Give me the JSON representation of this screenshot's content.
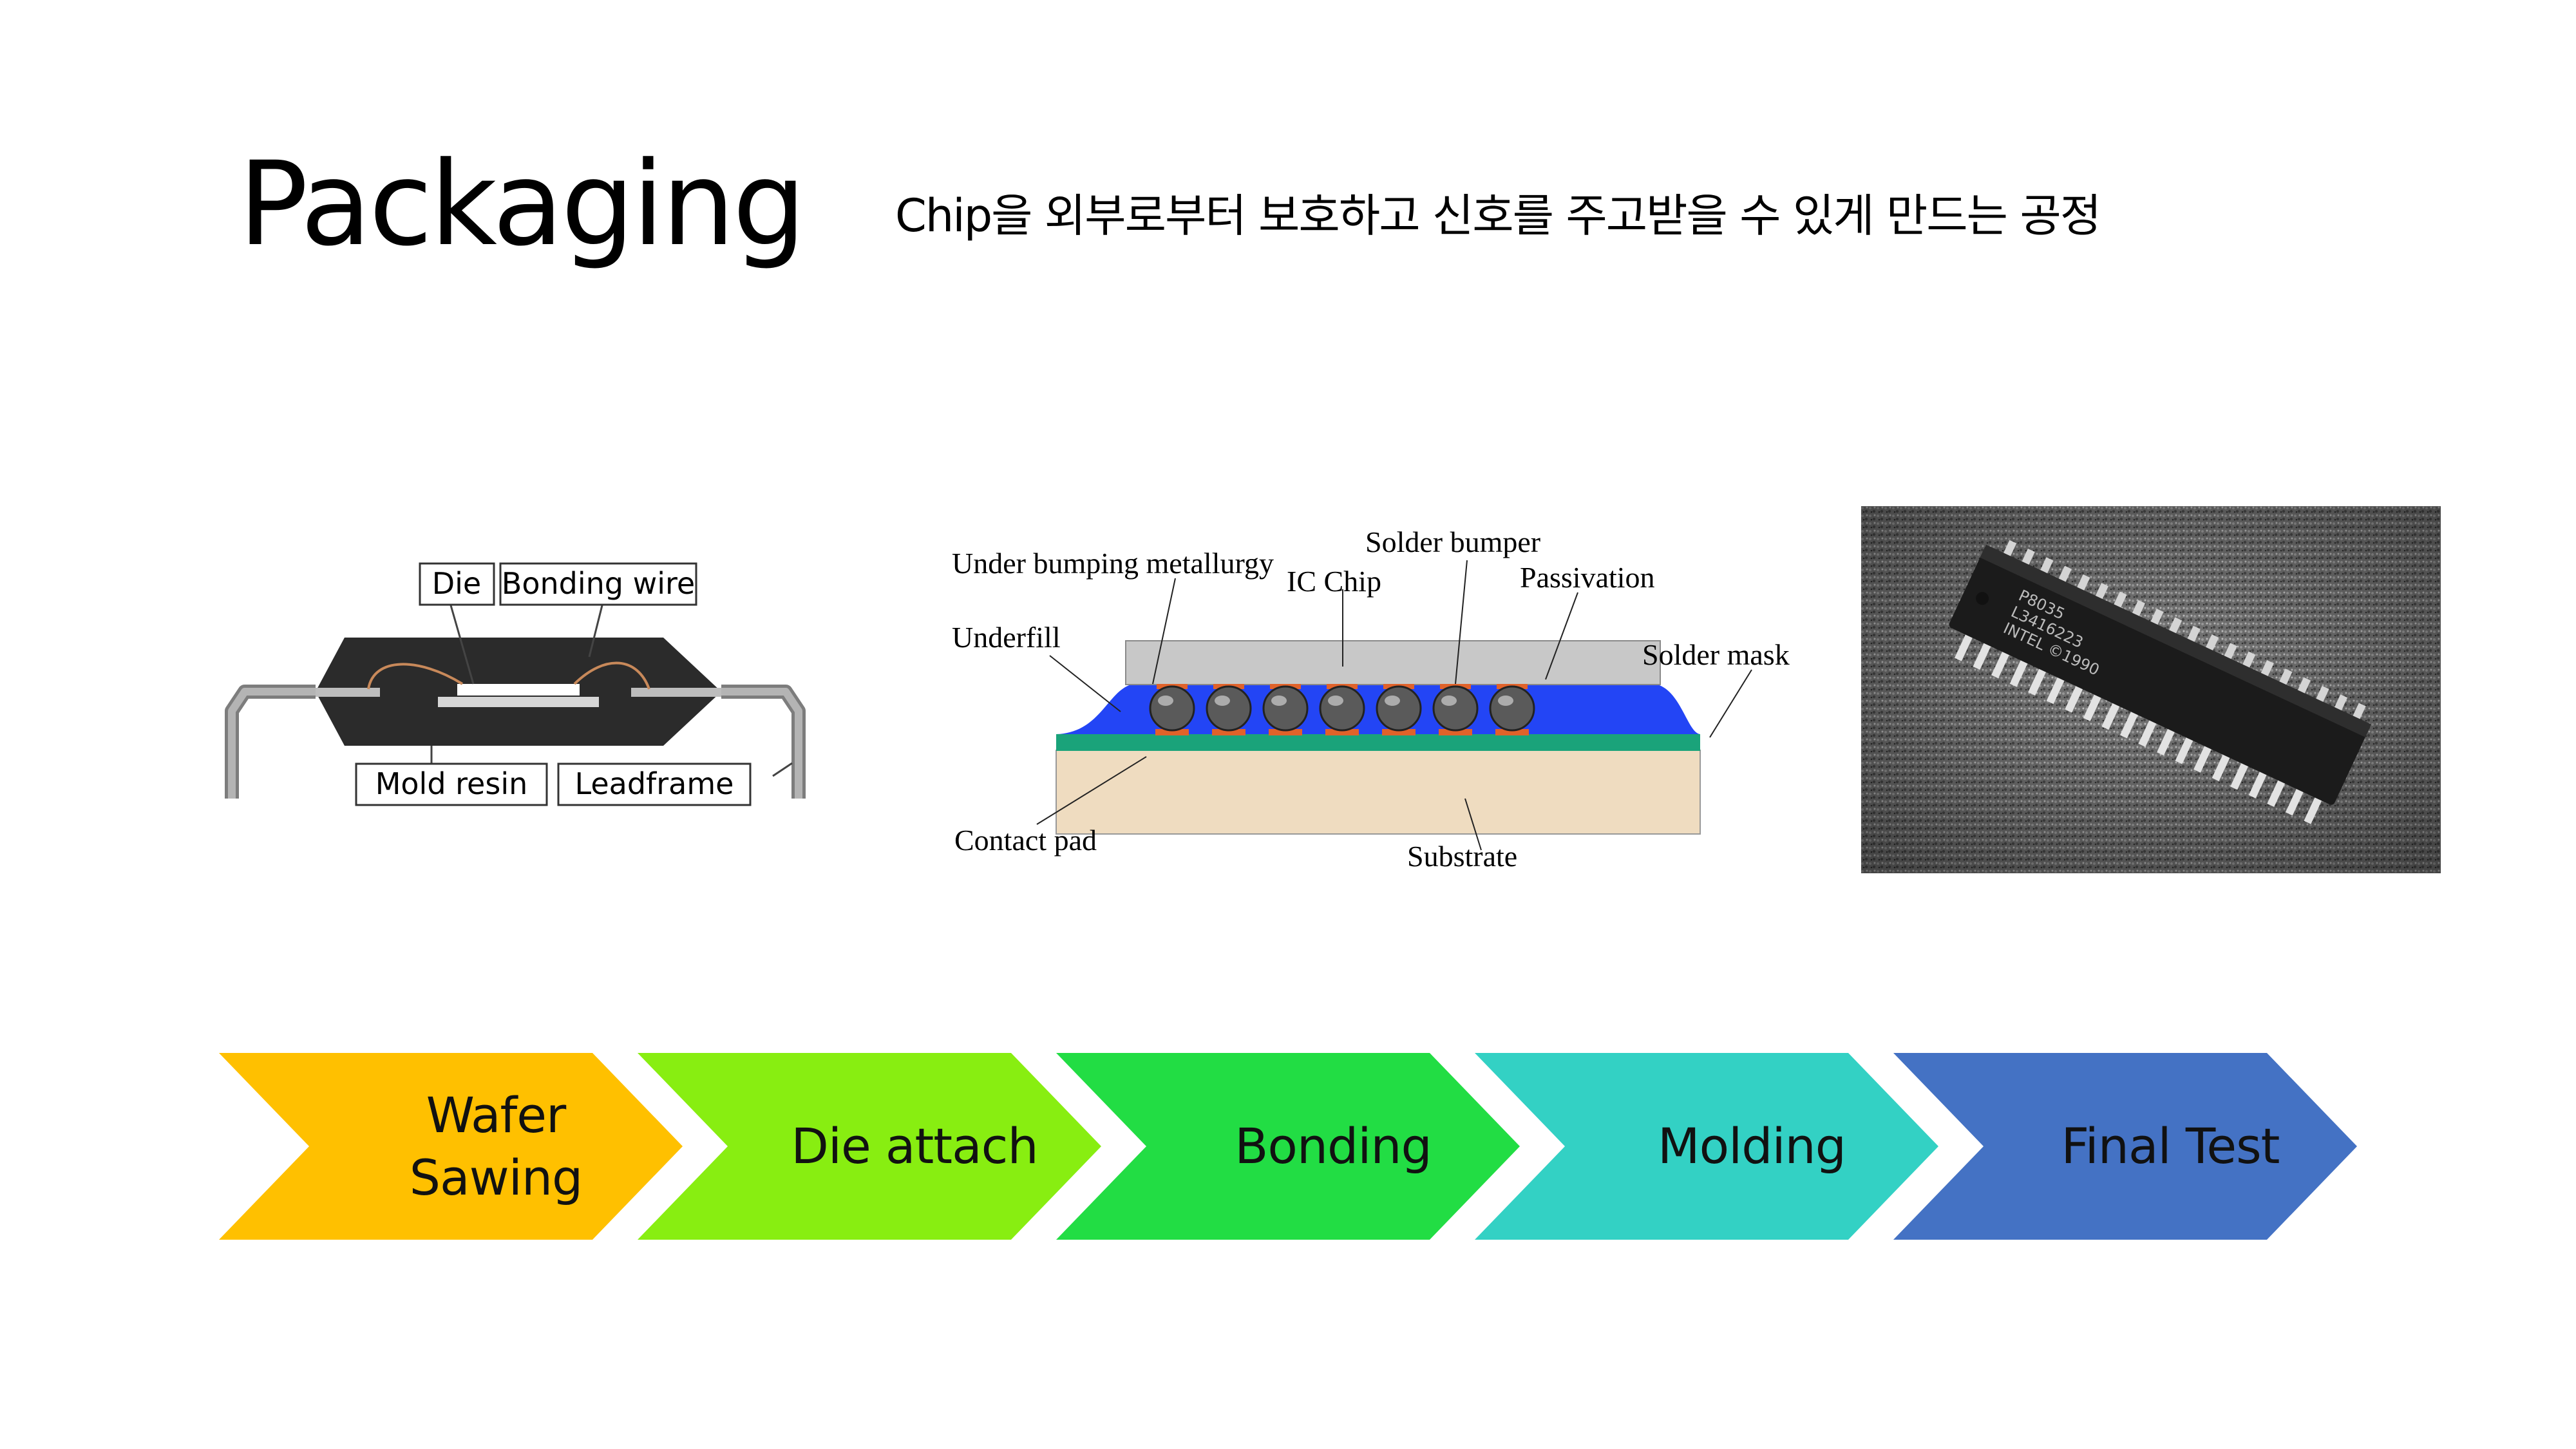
{
  "slide": {
    "title": "Packaging",
    "subtitle": "Chip을 외부로부터 보호하고 신호를 주고받을 수 있게 만드는 공정"
  },
  "leadframe_diagram": {
    "labels": {
      "die": "Die",
      "bonding_wire": "Bonding wire",
      "mold_resin": "Mold resin",
      "leadframe": "Leadframe"
    },
    "colors": {
      "mold": "#2b2b2b",
      "lead": "#9a9a9a",
      "wire": "#c8895a"
    }
  },
  "flipchip_diagram": {
    "labels": {
      "ubm": "Under bumping metallurgy",
      "solder_bumper": "Solder bumper",
      "ic_chip": "IC Chip",
      "passivation": "Passivation",
      "underfill": "Underfill",
      "solder_mask": "Solder mask",
      "contact_pad": "Contact pad",
      "substrate": "Substrate"
    },
    "colors": {
      "chip": "#c8c8c8",
      "underfill": "#2345f5",
      "solder_mask": "#1aa37a",
      "substrate": "#efdcc0",
      "pad": "#e0622a"
    },
    "bump_count": 7
  },
  "photo": {
    "chip_markings": [
      "P8035",
      "L3416223",
      "INTEL ©1990"
    ]
  },
  "process_steps": [
    {
      "label": "Wafer\nSawing",
      "color": "#ffc000"
    },
    {
      "label": "Die attach",
      "color": "#88ee11"
    },
    {
      "label": "Bonding",
      "color": "#22dd44"
    },
    {
      "label": "Molding",
      "color": "#33d1c4"
    },
    {
      "label": "Final Test",
      "color": "#4472c4"
    }
  ]
}
